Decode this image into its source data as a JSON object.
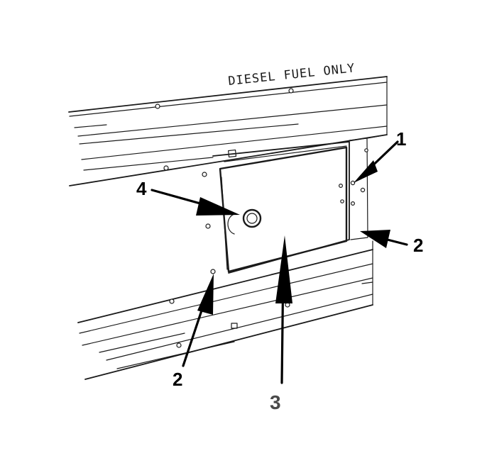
{
  "figure": {
    "sign_text": "DIESEL FUEL ONLY",
    "callouts": {
      "c1": "1",
      "c2a": "2",
      "c2b": "2",
      "c3": "3",
      "c4": "4"
    }
  }
}
